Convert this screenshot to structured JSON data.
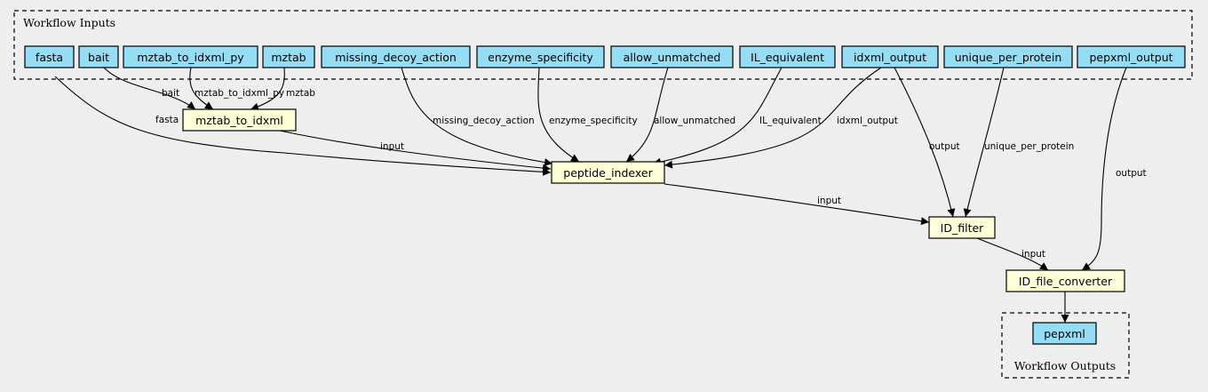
{
  "clusters": {
    "inputs": {
      "label": "Workflow Inputs"
    },
    "outputs": {
      "label": "Workflow Outputs"
    }
  },
  "inputs": [
    {
      "id": "fasta",
      "label": "fasta"
    },
    {
      "id": "bait",
      "label": "bait"
    },
    {
      "id": "mztab_to_idxml_py",
      "label": "mztab_to_idxml_py"
    },
    {
      "id": "mztab",
      "label": "mztab"
    },
    {
      "id": "missing_decoy_action",
      "label": "missing_decoy_action"
    },
    {
      "id": "enzyme_specificity",
      "label": "enzyme_specificity"
    },
    {
      "id": "allow_unmatched",
      "label": "allow_unmatched"
    },
    {
      "id": "IL_equivalent",
      "label": "IL_equivalent"
    },
    {
      "id": "idxml_output",
      "label": "idxml_output"
    },
    {
      "id": "unique_per_protein",
      "label": "unique_per_protein"
    },
    {
      "id": "pepxml_output",
      "label": "pepxml_output"
    }
  ],
  "steps": [
    {
      "id": "mztab_to_idxml",
      "label": "mztab_to_idxml"
    },
    {
      "id": "peptide_indexer",
      "label": "peptide_indexer"
    },
    {
      "id": "ID_filter",
      "label": "ID_filter"
    },
    {
      "id": "ID_file_converter",
      "label": "ID_file_converter"
    }
  ],
  "outputs": [
    {
      "id": "pepxml",
      "label": "pepxml"
    }
  ],
  "edges": [
    {
      "from": "fasta",
      "to": "peptide_indexer",
      "label": "fasta"
    },
    {
      "from": "bait",
      "to": "mztab_to_idxml",
      "label": "bait"
    },
    {
      "from": "mztab_to_idxml_py",
      "to": "mztab_to_idxml",
      "label": "mztab_to_idxml_py"
    },
    {
      "from": "mztab",
      "to": "mztab_to_idxml",
      "label": "mztab"
    },
    {
      "from": "mztab_to_idxml",
      "to": "peptide_indexer",
      "label": "input"
    },
    {
      "from": "missing_decoy_action",
      "to": "peptide_indexer",
      "label": "missing_decoy_action"
    },
    {
      "from": "enzyme_specificity",
      "to": "peptide_indexer",
      "label": "enzyme_specificity"
    },
    {
      "from": "allow_unmatched",
      "to": "peptide_indexer",
      "label": "allow_unmatched"
    },
    {
      "from": "IL_equivalent",
      "to": "peptide_indexer",
      "label": "IL_equivalent"
    },
    {
      "from": "idxml_output",
      "to": "peptide_indexer",
      "label": "idxml_output"
    },
    {
      "from": "idxml_output",
      "to": "ID_filter",
      "label": "output"
    },
    {
      "from": "unique_per_protein",
      "to": "ID_filter",
      "label": "unique_per_protein"
    },
    {
      "from": "peptide_indexer",
      "to": "ID_filter",
      "label": "input"
    },
    {
      "from": "ID_filter",
      "to": "ID_file_converter",
      "label": "input"
    },
    {
      "from": "pepxml_output",
      "to": "ID_file_converter",
      "label": "output"
    },
    {
      "from": "ID_file_converter",
      "to": "pepxml",
      "label": ""
    }
  ],
  "colors": {
    "background": "#eeeeee",
    "io_fill": "#94ddf4",
    "step_fill": "#ffffd8",
    "stroke": "#000000"
  }
}
